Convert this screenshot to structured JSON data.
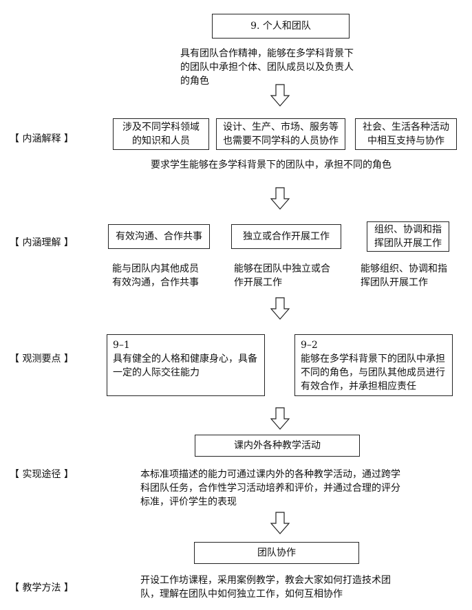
{
  "title": "9. 个人和团队",
  "intro": [
    "具有团队合作精神，能够在多学科背景下",
    "的团队中承担个体、团队成员以及负责人",
    "的角色"
  ],
  "sections": {
    "connotation_explain": "【 内涵解释 】",
    "connotation_understand": "【 内涵理解 】",
    "observation": "【 观测要点 】",
    "approach": "【 实现途径 】",
    "teaching": "【 教学方法 】"
  },
  "explain_boxes": [
    [
      "涉及不同学科领域",
      "的知识和人员"
    ],
    [
      "设计、生产、市场、服务等",
      "也需要不同学科的人员协作"
    ],
    [
      "社会、生活各种活动",
      "中相互支持与协作"
    ]
  ],
  "explain_summary": "要求学生能够在多学科背景下的团队中，承担不同的角色",
  "understand_boxes": [
    [
      "有效沟通、合作共事"
    ],
    [
      "独立或合作开展工作"
    ],
    [
      "组织、协调和指",
      "挥团队开展工作"
    ]
  ],
  "understand_desc": [
    [
      "能与团队内其他成员",
      "有效沟通，合作共事"
    ],
    [
      "能够在团队中独立或合",
      "作开展工作"
    ],
    [
      "能够组织、协调和指",
      "挥团队开展工作"
    ]
  ],
  "observation_points": [
    {
      "code": "9–1",
      "lines": [
        "具有健全的人格和健康身心，具备",
        "一定的人际交往能力"
      ]
    },
    {
      "code": "9–2",
      "lines": [
        "能够在多学科背景下的团队中承担",
        "不同的角色，与团队其他成员进行",
        "有效合作，并承担相应责任"
      ]
    }
  ],
  "approach_box": "课内外各种教学活动",
  "approach_desc": [
    "本标准项描述的能力可通过课内外的各种教学活动，通过跨学",
    "科团队任务，合作性学习活动培养和评价，并通过合理的评分",
    "标准，评价学生的表现"
  ],
  "teaching_box": "团队协作",
  "teaching_desc": [
    "开设工作坊课程，采用案例教学，教会大家如何打造技术团",
    "队，理解在团队中如何独立工作，如何互相协作"
  ]
}
